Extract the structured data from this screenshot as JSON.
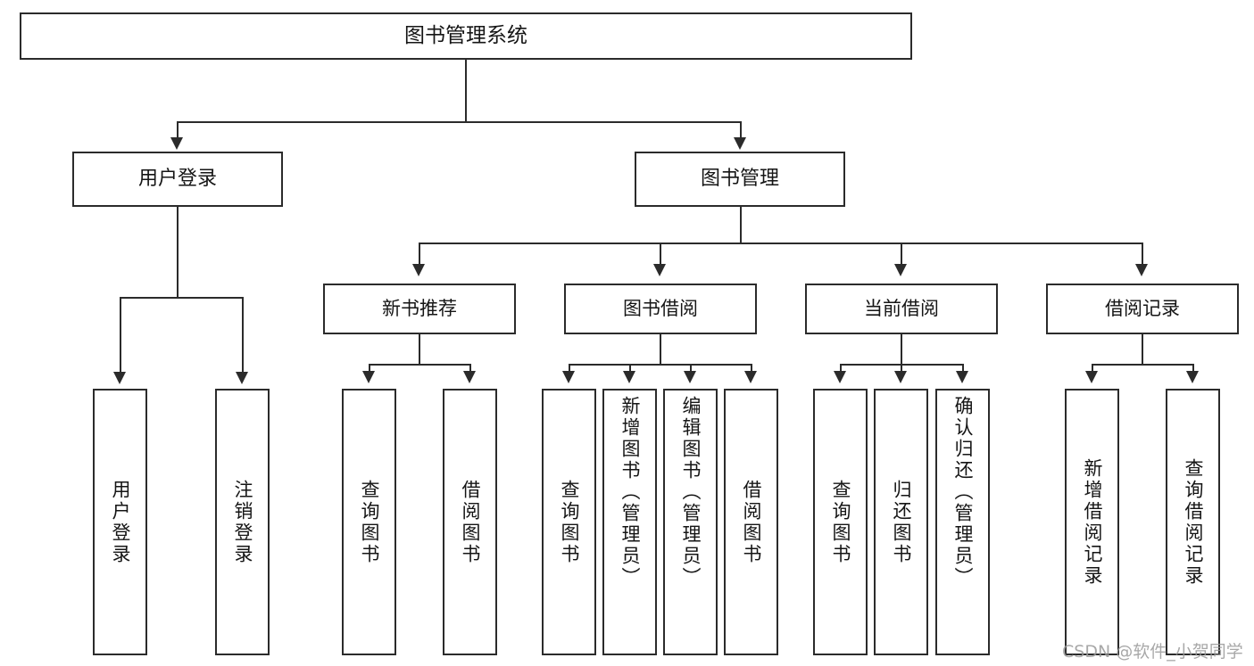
{
  "diagram": {
    "title_node": {
      "label": "图书管理系统"
    },
    "level2": [
      {
        "key": "user_login",
        "label": "用户登录"
      },
      {
        "key": "book_manage",
        "label": "图书管理"
      }
    ],
    "level3": [
      {
        "key": "new_book_rec",
        "label": "新书推荐"
      },
      {
        "key": "book_borrow",
        "label": "图书借阅"
      },
      {
        "key": "current_borrow",
        "label": "当前借阅"
      },
      {
        "key": "borrow_record",
        "label": "借阅记录"
      }
    ],
    "leaves": {
      "user_login": [
        {
          "key": "user_login_leaf",
          "label": "用户登录"
        },
        {
          "key": "logout_leaf",
          "label": "注销登录"
        }
      ],
      "new_book_rec": [
        {
          "key": "query_book_1",
          "label": "查询图书"
        },
        {
          "key": "borrow_book_1",
          "label": "借阅图书"
        }
      ],
      "book_borrow": [
        {
          "key": "query_book_2",
          "label": "查询图书"
        },
        {
          "key": "add_book",
          "label": "新增图书（管理员）"
        },
        {
          "key": "edit_book",
          "label": "编辑图书（管理员）"
        },
        {
          "key": "borrow_book_2",
          "label": "借阅图书"
        }
      ],
      "current_borrow": [
        {
          "key": "query_book_3",
          "label": "查询图书"
        },
        {
          "key": "return_book",
          "label": "归还图书"
        },
        {
          "key": "confirm_return",
          "label": "确认归还（管理员）"
        }
      ],
      "borrow_record": [
        {
          "key": "add_record",
          "label": "新增借阅记录"
        },
        {
          "key": "query_record",
          "label": "查询借阅记录"
        }
      ]
    }
  },
  "watermark": {
    "text": "CSDN @软件_小贺同学"
  },
  "colors": {
    "stroke": "#2b2b2b",
    "fill": "#ffffff",
    "text": "#151515",
    "watermark": "#9a9a9a"
  }
}
